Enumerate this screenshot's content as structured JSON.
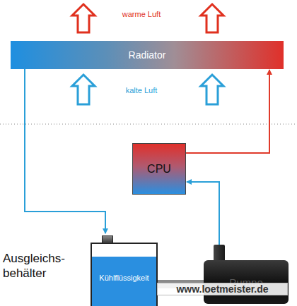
{
  "diagram": {
    "nodes": [
      {
        "text": [
          "Radiator"
        ]
      },
      {
        "text": [
          "CPU"
        ]
      },
      {
        "text": [
          "Ausgleichs- behälter",
          "Kühlflüssigkeit"
        ]
      },
      {
        "text": [
          "Pumpe"
        ]
      }
    ],
    "edges": [
      {
        "from": 0,
        "to": 2,
        "arrow": "to"
      },
      {
        "from": 3,
        "to": 1,
        "arrow": "to"
      },
      {
        "from": 1,
        "to": 0,
        "arrow": "to"
      },
      {
        "from": 2,
        "to": 3,
        "arrow": "none"
      }
    ],
    "labels": [
      "warme Luft",
      "kalte Luft",
      "www.loetmeister.de"
    ]
  }
}
